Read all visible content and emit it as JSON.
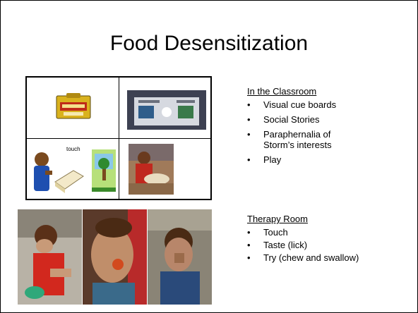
{
  "slide": {
    "title": "Food Desensitization"
  },
  "picture_grid": {
    "cells": [
      {
        "icon": "stamp-card-icon"
      },
      {
        "icon": "cue-board-photo"
      },
      {
        "icon": "touch-symbol-icon",
        "label": "touch"
      },
      {
        "icon": "classroom-play-photo"
      }
    ]
  },
  "photo_strip": {
    "photos": [
      {
        "icon": "child-touching-food-photo"
      },
      {
        "icon": "child-tasting-food-photo"
      },
      {
        "icon": "child-chewing-photo"
      }
    ]
  },
  "classroom": {
    "heading": "In the Classroom",
    "items": [
      "Visual cue boards",
      "Social Stories",
      "Paraphernalia of Storm’s interests",
      "Play"
    ]
  },
  "therapy": {
    "heading": "Therapy Room",
    "items": [
      "Touch",
      "Taste (lick)",
      "Try (chew and swallow)"
    ]
  },
  "bullet_glyph": "•"
}
